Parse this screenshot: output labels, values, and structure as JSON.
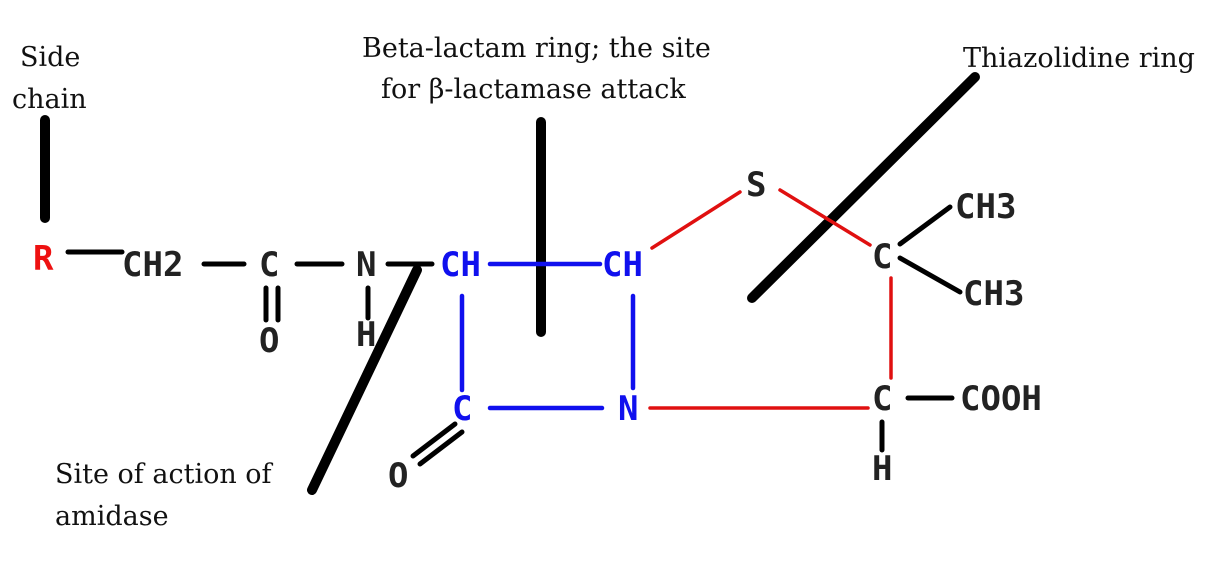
{
  "colors": {
    "side_chain_bond": "#000000",
    "beta_lactam": "#1010ee",
    "thiazolidine": "#e01010",
    "r_group": "#ee1111",
    "pointer": "#000000",
    "atom_label": "#222222"
  },
  "labels": {
    "side_chain": [
      "Side",
      "chain"
    ],
    "beta_lactam": [
      "Beta-lactam ring; the site",
      "for β-lactamase attack"
    ],
    "thiazolidine": "Thiazolidine ring",
    "amidase": [
      "Site of action of",
      "amidase"
    ]
  },
  "atoms": {
    "r": "R",
    "ch2": "CH2",
    "c_carbonyl": "C",
    "o_carbonyl": "O",
    "n_amide": "N",
    "h_amide": "H",
    "ch_left": "CH",
    "ch_right": "CH",
    "c_lactam": "C",
    "o_lactam": "O",
    "n_ring": "N",
    "s": "S",
    "c_gem": "C",
    "ch3_top": "CH3",
    "ch3_bottom": "CH3",
    "c_cooh": "C",
    "cooh": "COOH",
    "h_cooh": "H"
  }
}
